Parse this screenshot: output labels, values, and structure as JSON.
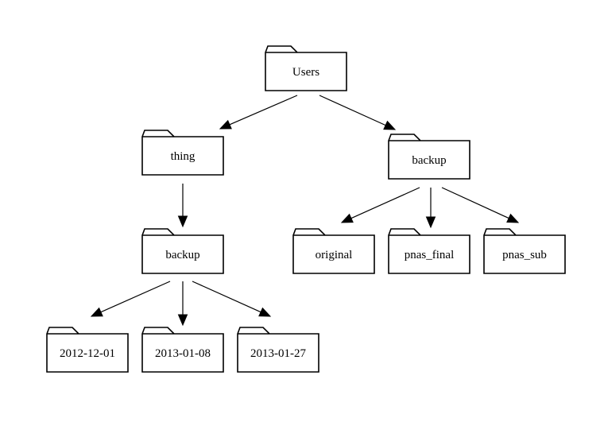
{
  "tree": {
    "nodes": [
      {
        "id": "users",
        "label": "Users"
      },
      {
        "id": "thing",
        "label": "thing"
      },
      {
        "id": "backup_right",
        "label": "backup"
      },
      {
        "id": "backup_left",
        "label": "backup"
      },
      {
        "id": "original",
        "label": "original"
      },
      {
        "id": "pnas_final",
        "label": "pnas_final"
      },
      {
        "id": "pnas_sub",
        "label": "pnas_sub"
      },
      {
        "id": "d20121201",
        "label": "2012-12-01"
      },
      {
        "id": "d20130108",
        "label": "2013-01-08"
      },
      {
        "id": "d20130127",
        "label": "2013-01-27"
      }
    ],
    "edges": [
      {
        "from": "users",
        "to": "thing"
      },
      {
        "from": "users",
        "to": "backup_right"
      },
      {
        "from": "thing",
        "to": "backup_left"
      },
      {
        "from": "backup_right",
        "to": "original"
      },
      {
        "from": "backup_right",
        "to": "pnas_final"
      },
      {
        "from": "backup_right",
        "to": "pnas_sub"
      },
      {
        "from": "backup_left",
        "to": "d20121201"
      },
      {
        "from": "backup_left",
        "to": "d20130108"
      },
      {
        "from": "backup_left",
        "to": "d20130127"
      }
    ]
  }
}
